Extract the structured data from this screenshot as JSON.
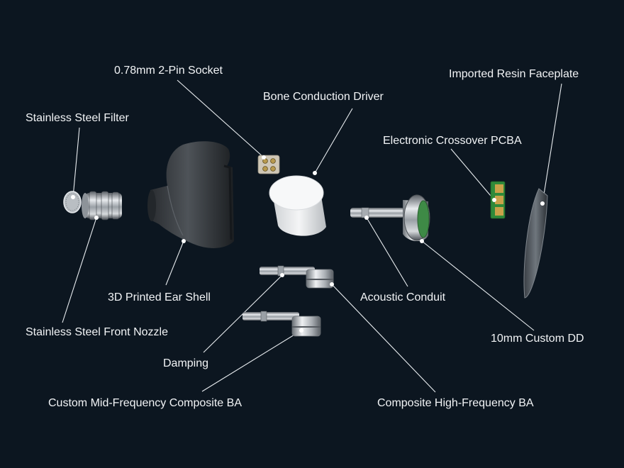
{
  "labels": {
    "pin_socket": "0.78mm 2-Pin Socket",
    "faceplate": "Imported Resin Faceplate",
    "bone_driver": "Bone Conduction Driver",
    "filter": "Stainless Steel Filter",
    "crossover": "Electronic Crossover PCBA",
    "ear_shell": "3D Printed Ear Shell",
    "acoustic_conduit": "Acoustic Conduit",
    "front_nozzle": "Stainless Steel Front Nozzle",
    "custom_dd": "10mm Custom DD",
    "damping": "Damping",
    "mid_ba": "Custom Mid-Frequency Composite BA",
    "high_ba": "Composite High-Frequency BA"
  },
  "colors": {
    "background": "#0c1620",
    "text": "#f2f4f6",
    "leader": "#e9edf0",
    "pcb_green": "#2f8a3a",
    "pad_gold": "#c9a24a"
  }
}
